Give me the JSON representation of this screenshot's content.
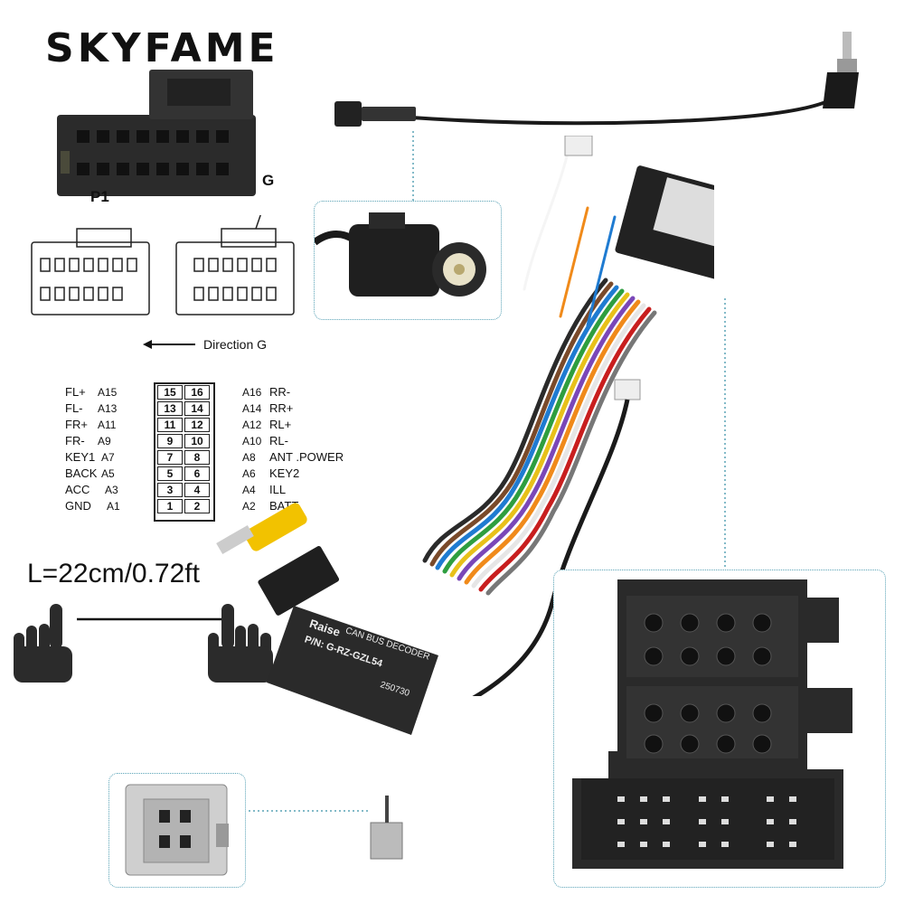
{
  "brand": "SKYFAME",
  "p1_label": "P1",
  "g_label": "G",
  "direction_label": "Direction G",
  "length_label": "L=22cm/0.72ft",
  "watermark": "SKYFAME",
  "pinout": {
    "left": [
      {
        "name": "FL+",
        "code": "A15",
        "pins": [
          "15",
          "16"
        ]
      },
      {
        "name": "FL-",
        "code": "A13",
        "pins": [
          "13",
          "14"
        ]
      },
      {
        "name": "FR+",
        "code": "A11",
        "pins": [
          "11",
          "12"
        ]
      },
      {
        "name": "FR-",
        "code": "A9",
        "pins": [
          "9",
          "10"
        ]
      },
      {
        "name": "KEY1",
        "code": "A7",
        "pins": [
          "7",
          "8"
        ]
      },
      {
        "name": "BACK",
        "code": "A5",
        "pins": [
          "5",
          "6"
        ]
      },
      {
        "name": "ACC",
        "code": "A3",
        "pins": [
          "3",
          "4"
        ]
      },
      {
        "name": "GND",
        "code": "A1",
        "pins": [
          "1",
          "2"
        ]
      }
    ],
    "right": [
      {
        "code": "A16",
        "name": "RR-"
      },
      {
        "code": "A14",
        "name": "RR+"
      },
      {
        "code": "A12",
        "name": "RL+"
      },
      {
        "code": "A10",
        "name": "RL-"
      },
      {
        "code": "A8",
        "name": "ANT .POWER"
      },
      {
        "code": "A6",
        "name": "KEY2"
      },
      {
        "code": "A4",
        "name": "ILL"
      },
      {
        "code": "A2",
        "name": "BATT"
      }
    ]
  },
  "decoder": {
    "line1": "Raise",
    "line2": "CAN BUS DECODER",
    "line3": "P/N: G-RZ-GZL54",
    "line4": "250730"
  },
  "colors": {
    "callout_border": "#5aa3b6",
    "connector_dark": "#2b2b2b",
    "rca_yellow": "#f2c200"
  }
}
